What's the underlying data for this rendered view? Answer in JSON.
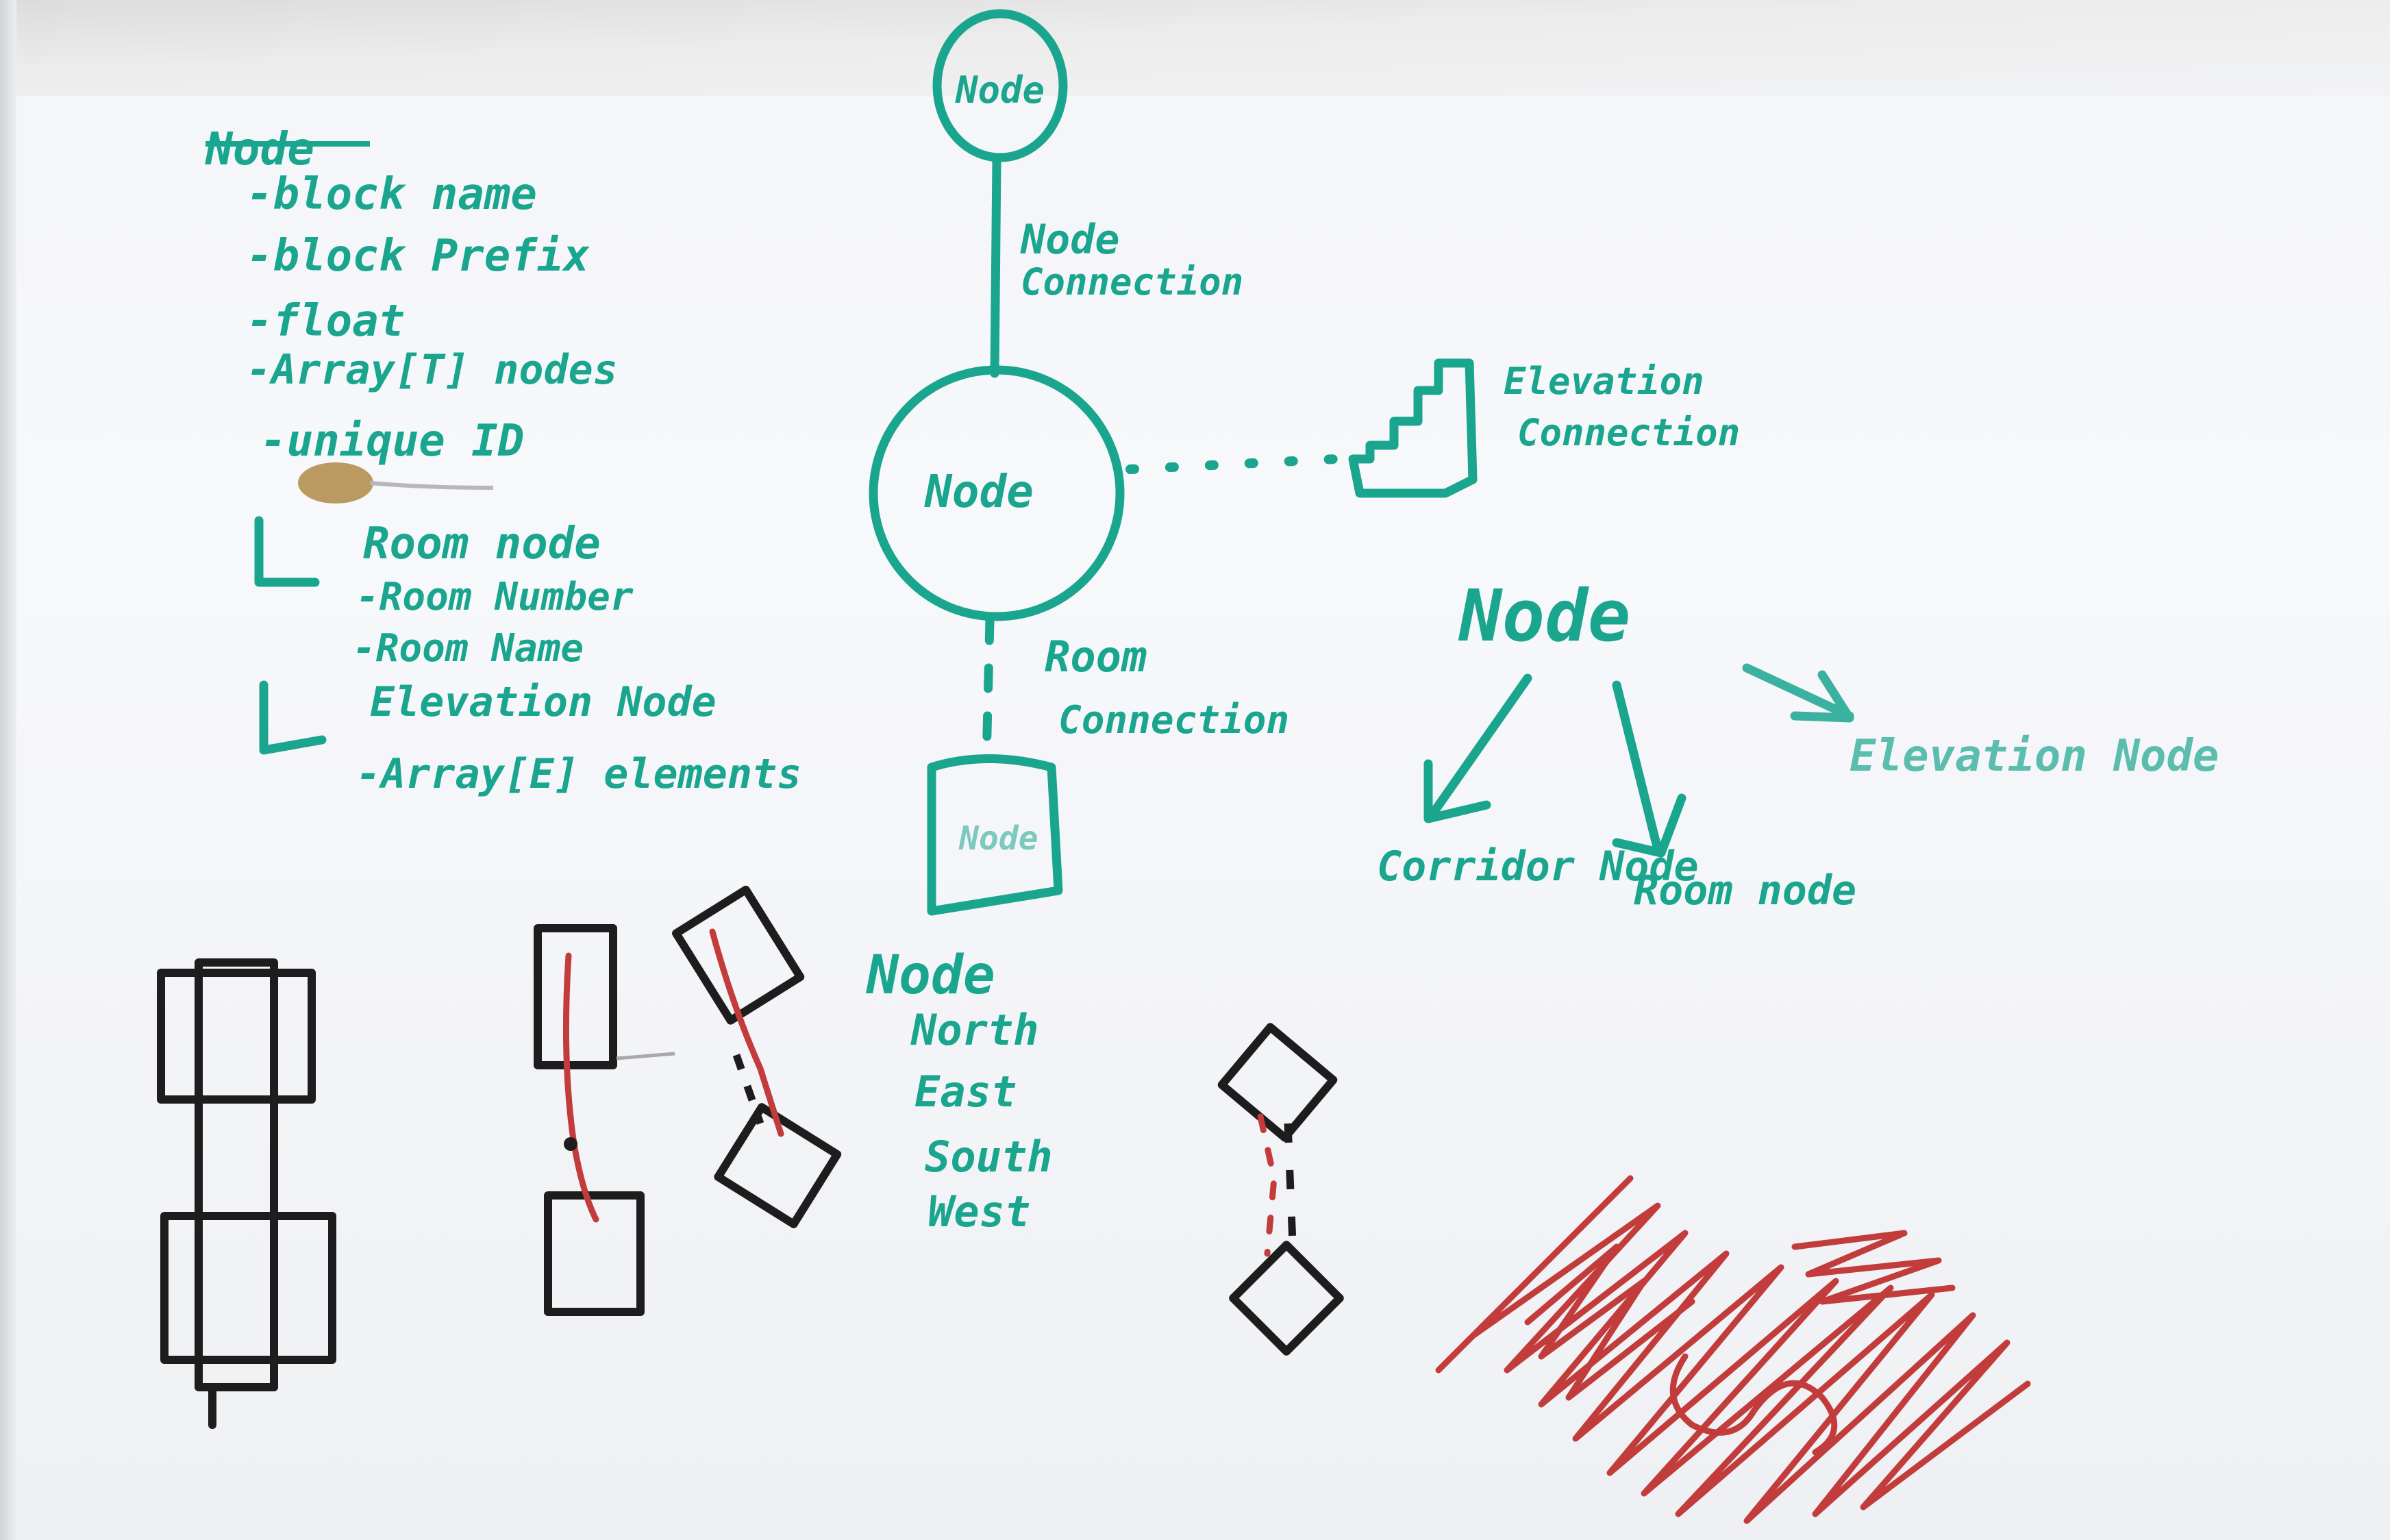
{
  "notes_list": {
    "heading": "Node",
    "items": [
      "-block name",
      "-block Prefix",
      "-float",
      "-Array[T] nodes",
      "-unique ID"
    ],
    "subclass_room": "Room node",
    "subclass_room_items": [
      "-Room Number",
      "-Room Name"
    ],
    "subclass_element": "Elevation Node",
    "subclass_element_items": [
      "-Array[E] elements"
    ]
  },
  "center_diagram": {
    "top_node": "Node",
    "top_edge_label": [
      "Node",
      "Connection"
    ],
    "middle_node": "Node",
    "stair_label": [
      "Elevation",
      "Connection"
    ],
    "bottom_edge_label": [
      "Room",
      "Connection"
    ],
    "room_box_label": "Node",
    "compass_heading": "Node",
    "compass_items": [
      "North",
      "East",
      "South",
      "West"
    ]
  },
  "tree_diagram": {
    "root": "Node",
    "children": [
      "Corridor Node",
      "Room node",
      "Elevation Node"
    ]
  },
  "colors": {
    "green_marker": "#1aa58f",
    "black_marker": "#1d1d1d",
    "red_marker": "#c23c3c"
  }
}
